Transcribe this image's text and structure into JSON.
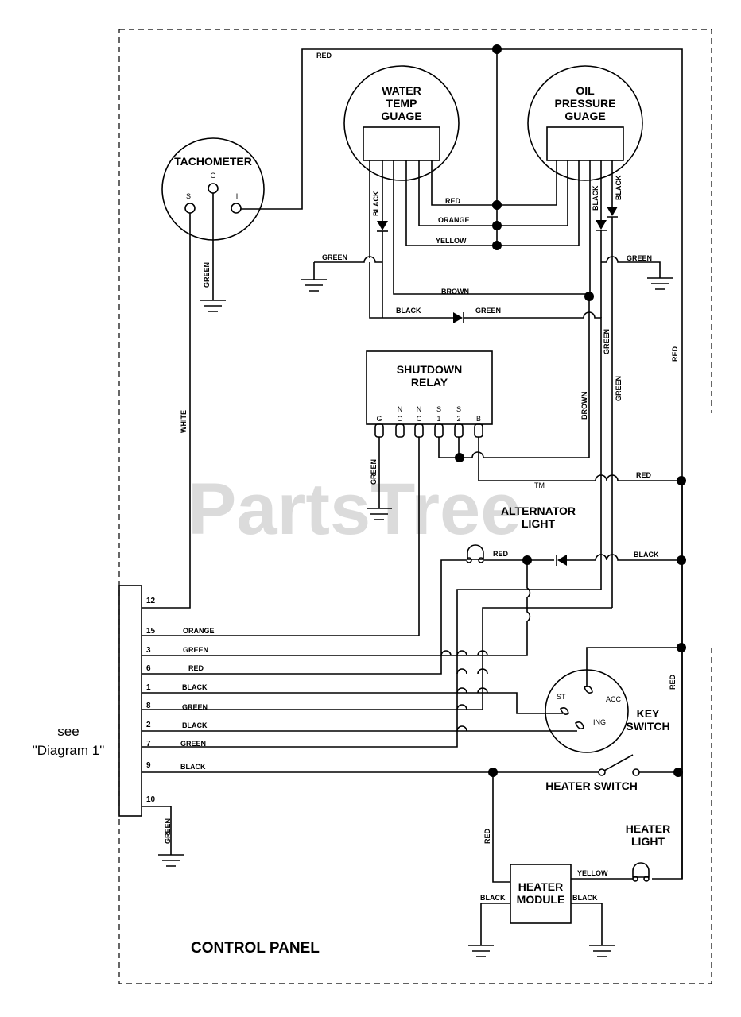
{
  "watermark": "PartsTree",
  "watermark_tm": "TM",
  "section_title": "CONTROL PANEL",
  "note": {
    "line1": "see",
    "line2": "\"Diagram 1\""
  },
  "components": {
    "tachometer": {
      "title": "TACHOMETER",
      "pins": [
        "S",
        "G",
        "I"
      ]
    },
    "water_temp": {
      "line1": "WATER",
      "line2": "TEMP",
      "line3": "GUAGE"
    },
    "oil_pressure": {
      "line1": "OIL",
      "line2": "PRESSURE",
      "line3": "GUAGE"
    },
    "shutdown_relay": {
      "line1": "SHUTDOWN",
      "line2": "RELAY",
      "pins": [
        {
          "top": "G",
          "bottom": ""
        },
        {
          "top": "N",
          "bottom": "O"
        },
        {
          "top": "N",
          "bottom": "C"
        },
        {
          "top": "S",
          "bottom": "1"
        },
        {
          "top": "S",
          "bottom": "2"
        },
        {
          "top": "B",
          "bottom": ""
        }
      ]
    },
    "alternator_light": {
      "line1": "ALTERNATOR",
      "line2": "LIGHT"
    },
    "key_switch": {
      "line1": "KEY",
      "line2": "SWITCH",
      "acc": "ACC",
      "st": "ST",
      "ign": "ING"
    },
    "heater_switch": "HEATER SWITCH",
    "heater_light": {
      "line1": "HEATER",
      "line2": "LIGHT"
    },
    "heater_module": {
      "line1": "HEATER",
      "line2": "MODULE"
    }
  },
  "wire_labels": {
    "red_top": "RED",
    "white": "WHITE",
    "green_tach": "GREEN",
    "green_left_ground": "GREEN",
    "green_right_ground": "GREEN",
    "black_water": "BLACK",
    "black_oil_1": "BLACK",
    "black_oil_2": "BLACK",
    "red_gauge": "RED",
    "orange_gauge": "ORANGE",
    "yellow_gauge": "YELLOW",
    "brown_horizontal": "BROWN",
    "black_diode": "BLACK",
    "green_diode": "GREEN",
    "green_vert_1": "GREEN",
    "green_vert_2": "GREEN",
    "brown_vert": "BROWN",
    "red_right_vert": "RED",
    "green_relay": "GREEN",
    "red_relay": "RED",
    "red_alt": "RED",
    "black_alt": "BLACK",
    "red_key": "RED",
    "red_heater": "RED",
    "yellow_heater": "YELLOW",
    "black_module_left": "BLACK",
    "black_module_right": "BLACK",
    "green_term10": "GREEN"
  },
  "terminals": [
    {
      "num": "12",
      "color": ""
    },
    {
      "num": "15",
      "color": "ORANGE"
    },
    {
      "num": "3",
      "color": "GREEN"
    },
    {
      "num": "6",
      "color": "RED"
    },
    {
      "num": "1",
      "color": "BLACK"
    },
    {
      "num": "8",
      "color": "GREEN"
    },
    {
      "num": "2",
      "color": "BLACK"
    },
    {
      "num": "7",
      "color": "GREEN"
    },
    {
      "num": "9",
      "color": "BLACK"
    },
    {
      "num": "10",
      "color": ""
    }
  ]
}
